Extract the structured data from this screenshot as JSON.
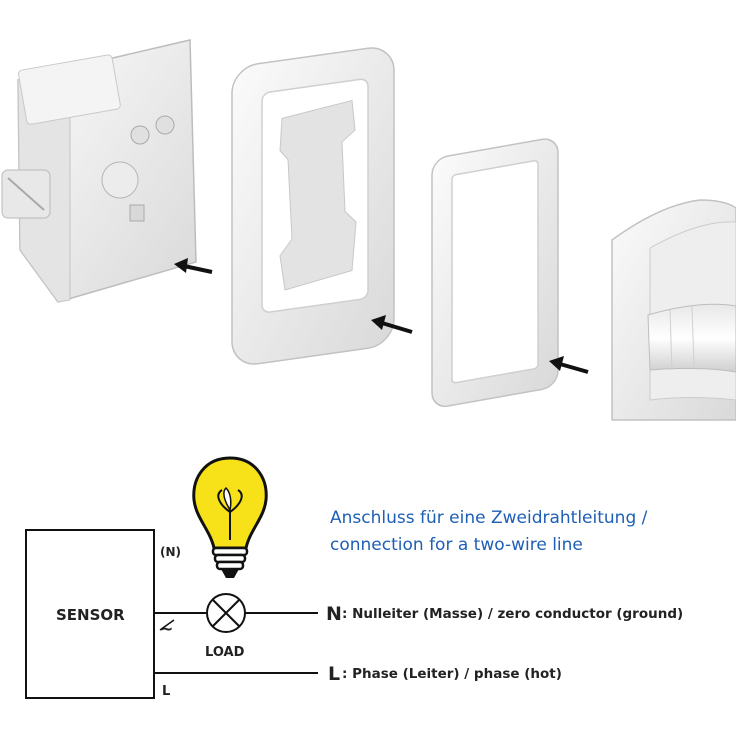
{
  "colors": {
    "title_blue": "#1e5fb4",
    "bulb_yellow": "#f7e21a",
    "line_black": "#111111",
    "part_white": "#f2f2f2",
    "part_shade": "#d6d6d6"
  },
  "title": {
    "line1": "Anschluss für eine Zweidrahtleitung /",
    "line2": "connection for a two-wire line"
  },
  "sensor": {
    "label": "SENSOR",
    "n_terminal": "(N)",
    "switch_symbol": "~",
    "l_terminal": "L"
  },
  "load": {
    "label": "LOAD"
  },
  "lines": {
    "n_letter": "N",
    "n_text": ": Nulleiter (Masse) / zero  conductor (ground)",
    "l_letter": "L",
    "l_text": " : Phase (Leiter) / phase (hot)"
  },
  "icons": [
    "lightbulb-icon",
    "lamp-symbol-icon",
    "arrow-left-icon"
  ]
}
